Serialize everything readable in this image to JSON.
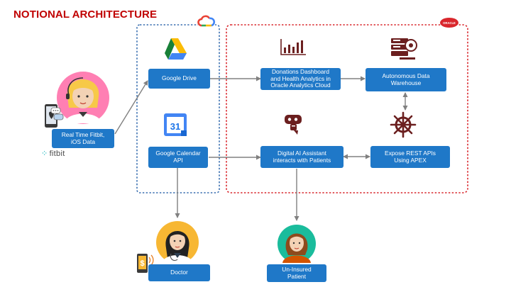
{
  "title": "NOTIONAL ARCHITECTURE",
  "colors": {
    "title": "#c00000",
    "box": "#1f78c8",
    "google_frame": "#3a6fb0",
    "oracle_frame": "#d9262c",
    "connector": "#808080",
    "icon_dark_red": "#6b1f1f"
  },
  "icons": {
    "google_cloud": "google-cloud-icon",
    "oracle": "oracle-cloud-icon",
    "drive": "google-drive-icon",
    "calendar": "google-calendar-icon",
    "dashboard": "bar-chart-icon",
    "warehouse": "database-icon",
    "assistant": "chatbot-icon",
    "apex": "kubernetes-helm-icon"
  },
  "oracle_badge": "ORACLE",
  "calendar_number": "31",
  "fitbit_logo": "fitbit",
  "nodes": {
    "fitbit": [
      "Real Time Fitbit,",
      "iOS Data"
    ],
    "drive": [
      "Google Drive"
    ],
    "calendar": [
      "Google Calendar",
      "API"
    ],
    "dashboard": [
      "Donations Dashboard",
      "and Health Analytics in",
      "Oracle Analytics Cloud"
    ],
    "warehouse": [
      "Autonomous Data",
      "Warehouse"
    ],
    "assistant": [
      "Digital AI Assistant",
      "interacts with Patients"
    ],
    "apex": [
      "Expose REST APIs",
      "Using APEX"
    ],
    "doctor": [
      "Doctor"
    ],
    "patient": [
      "Un-Insured",
      "Patient"
    ]
  }
}
